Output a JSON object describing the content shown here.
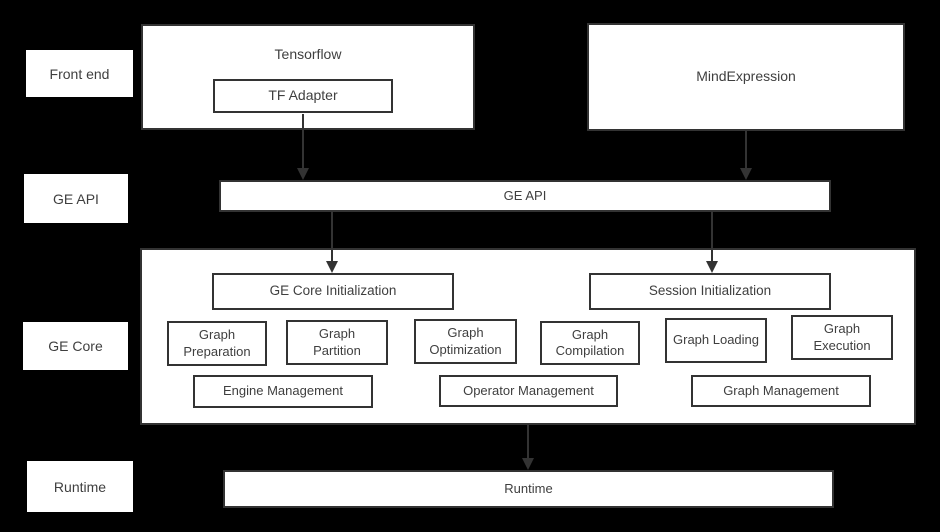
{
  "colors": {
    "background": "#000000",
    "box_fill": "#ffffff",
    "border": "#333333",
    "text": "#3f3f3f",
    "arrow": "#333333"
  },
  "side_labels": {
    "front_end": "Front end",
    "ge_api": "GE API",
    "ge_core": "GE Core",
    "runtime": "Runtime"
  },
  "frontend": {
    "tensorflow_label": "Tensorflow",
    "tf_adapter_label": "TF Adapter",
    "mindexpression_label": "MindExpression"
  },
  "ge_api_bar": {
    "label": "GE API"
  },
  "ge_core": {
    "init_boxes": [
      "GE Core Initialization",
      "Session Initialization"
    ],
    "function_boxes": [
      "Graph Preparation",
      "Graph Partition",
      "Graph Optimization",
      "Graph Compilation",
      "Graph Loading",
      "Graph Execution"
    ],
    "management_boxes": [
      "Engine Management",
      "Operator Management",
      "Graph Management"
    ]
  },
  "runtime_bar": {
    "label": "Runtime"
  }
}
